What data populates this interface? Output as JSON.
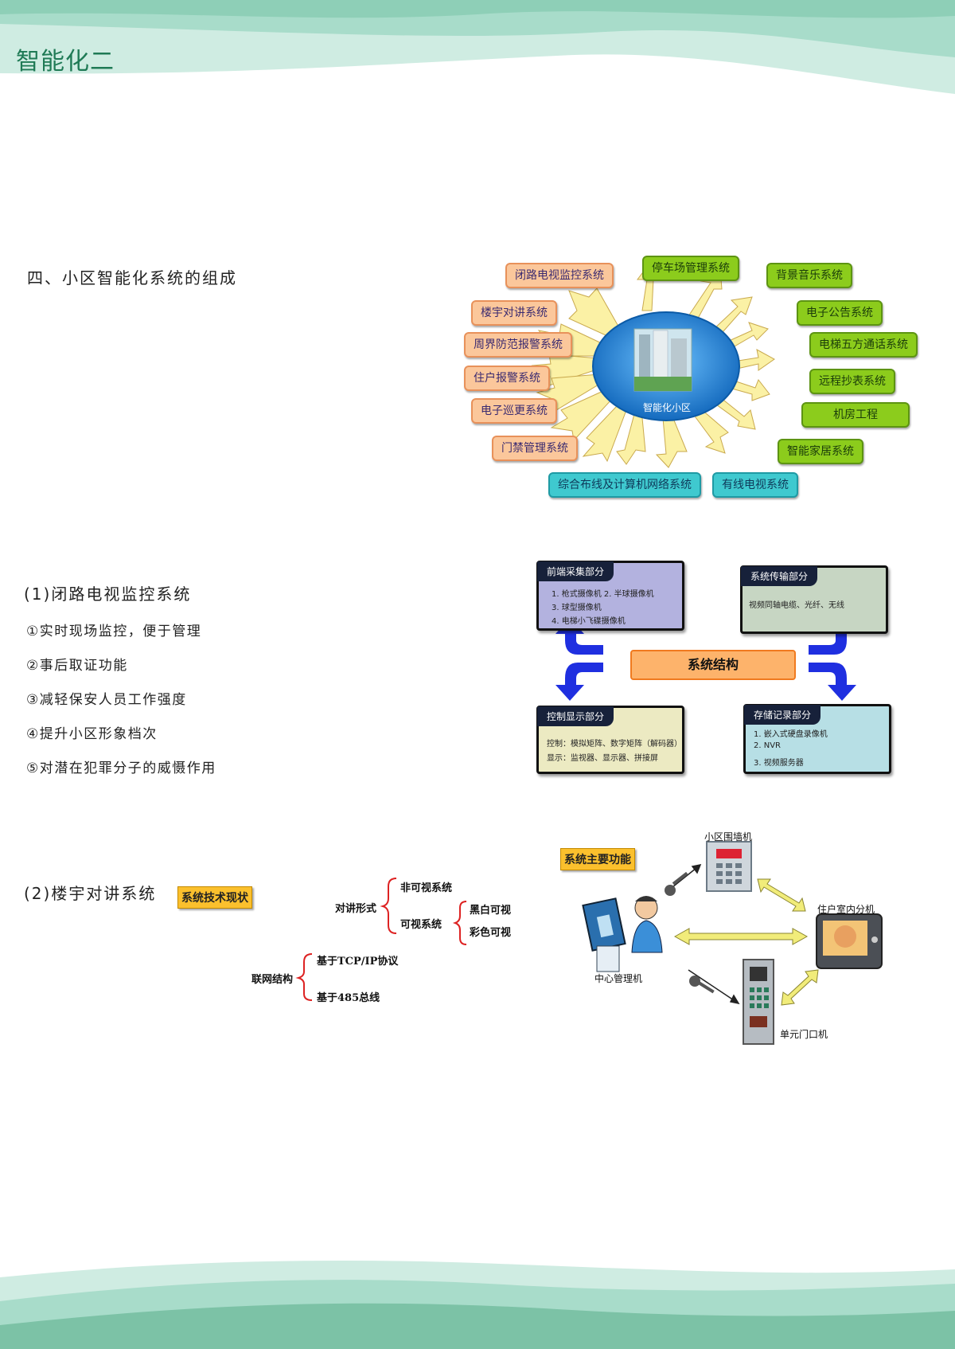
{
  "header": {
    "title": "智能化二"
  },
  "section4": {
    "title": "四、小区智能化系统的组成",
    "center_label": "智能化小区",
    "left_nodes": [
      "闭路电视监控系统",
      "楼宇对讲系统",
      "周界防范报警系统",
      "住户报警系统",
      "电子巡更系统",
      "门禁管理系统"
    ],
    "top_node": "停车场管理系统",
    "right_nodes": [
      "背景音乐系统",
      "电子公告系统",
      "电梯五方通话系统",
      "远程抄表系统",
      "机房工程",
      "智能家居系统"
    ],
    "bottom_nodes": [
      "综合布线及计算机网络系统",
      "有线电视系统"
    ],
    "colors": {
      "left": "#fbc79b",
      "right": "#8ccc1c",
      "bottom": "#3fc9cf",
      "center": "#1a86d6"
    }
  },
  "cctv": {
    "title": "(1)闭路电视监控系统",
    "bullets": [
      "①实时现场监控，便于管理",
      "②事后取证功能",
      "③减轻保安人员工作强度",
      "④提升小区形象档次",
      "⑤对潜在犯罪分子的威慑作用"
    ],
    "center": "系统结构",
    "front": {
      "title": "前端采集部分",
      "lines": [
        "1.  枪式摄像机    2.  半球摄像机",
        "3.  球型摄像机",
        "4.  电梯小飞碟摄像机"
      ]
    },
    "transmit": {
      "title": "系统传输部分",
      "lines": [
        "视频同轴电缆、光纤、无线"
      ]
    },
    "control": {
      "title": "控制显示部分",
      "lines": [
        "控制：模拟矩阵、数字矩阵（解码器）",
        "显示：监视器、显示器、拼接屏"
      ]
    },
    "storage": {
      "title": "存储记录部分",
      "lines": [
        "1. 嵌入式硬盘录像机",
        "2. NVR",
        "3. 视频服务器"
      ]
    }
  },
  "intercom": {
    "title": "(2)楼宇对讲系统",
    "tech_tag": "系统技术现状",
    "tree": {
      "form": "对讲形式",
      "non_visual": "非可视系统",
      "visual": "可视系统",
      "bw": "黑白可视",
      "color": "彩色可视",
      "network": "联网结构",
      "tcp": "基于TCP/IP协议",
      "bus": "基于485总线"
    },
    "func_tag": "系统主要功能",
    "devices": {
      "wall": "小区围墙机",
      "indoor": "住户室内分机",
      "center": "中心管理机",
      "door": "单元门口机"
    }
  }
}
